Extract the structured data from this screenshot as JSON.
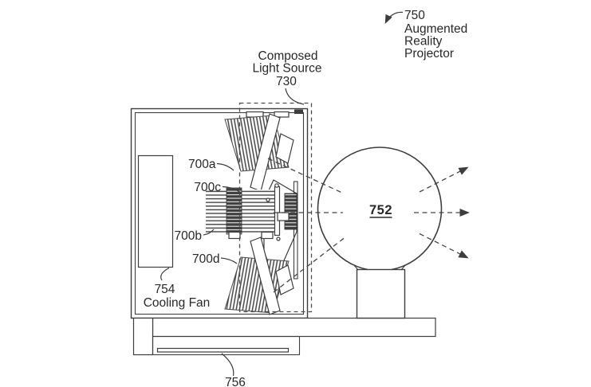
{
  "figure": {
    "title_callout": {
      "number": "750",
      "lines": [
        "Augmented",
        "Reality",
        "Projector"
      ]
    },
    "light_source_callout": {
      "lines": [
        "Composed",
        "Light Source"
      ],
      "number": "730"
    },
    "led_modules": {
      "a": "700a",
      "b": "700b",
      "c": "700c",
      "d": "700d"
    },
    "lens_label": "752",
    "cooling_fan": {
      "number": "754",
      "label": "Cooling Fan"
    },
    "base_label": "756",
    "colors": {
      "line": "#3d3d3d",
      "dark_fill": "#3f3f3f",
      "background": "#ffffff"
    }
  }
}
